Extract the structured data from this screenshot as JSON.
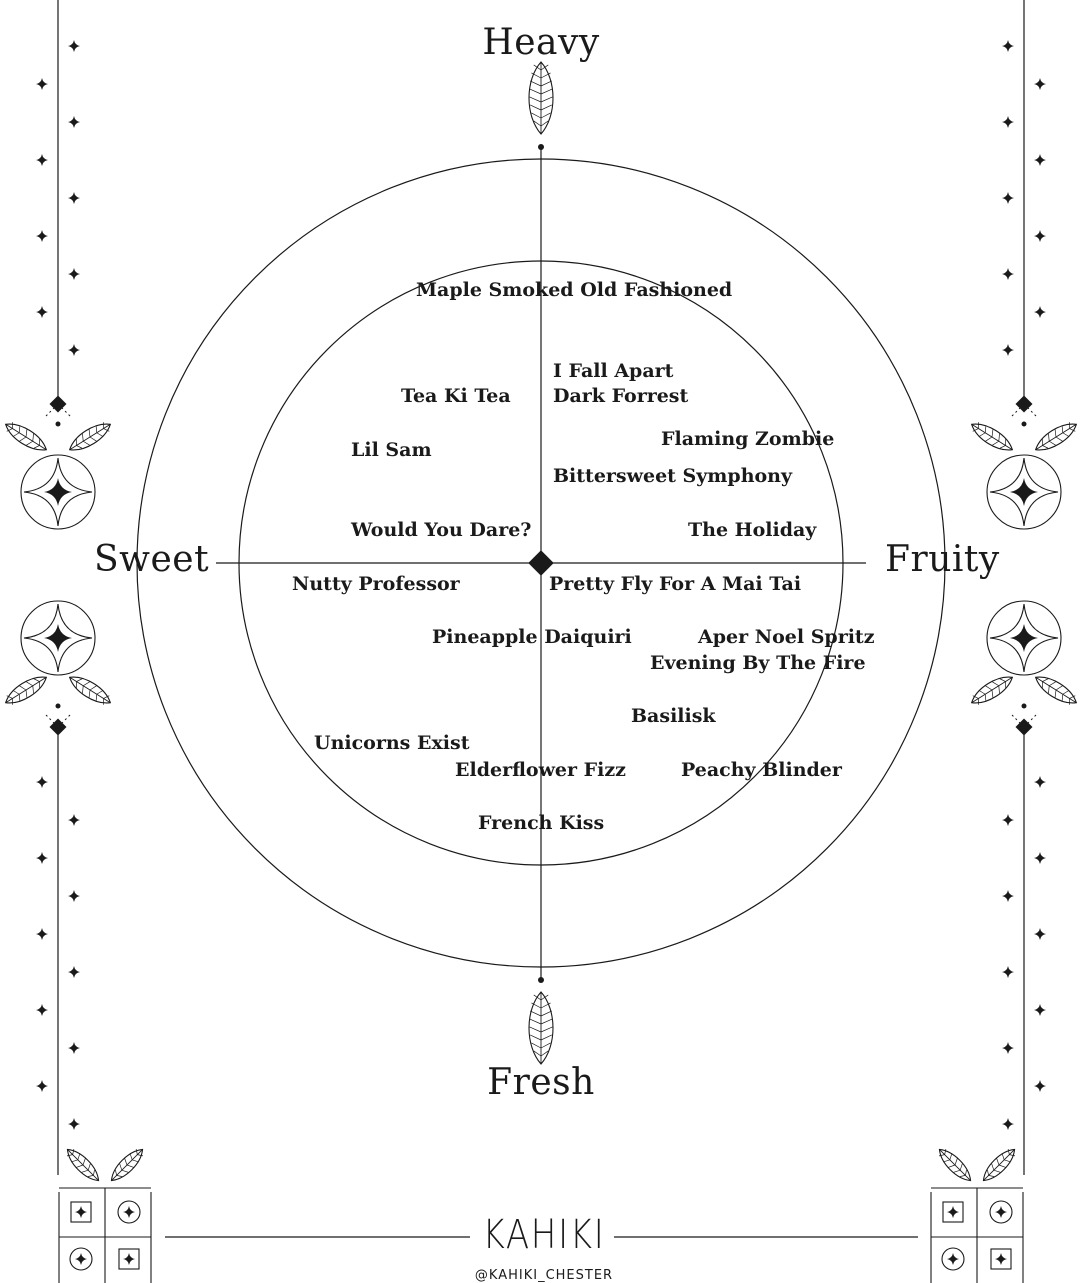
{
  "axes": {
    "top": "Heavy",
    "bottom": "Fresh",
    "left": "Sweet",
    "right": "Fruity"
  },
  "drinks": [
    "Maple Smoked Old Fashioned",
    "I Fall Apart",
    "Dark Forrest",
    "Tea Ki Tea",
    "Flaming Zombie",
    "Lil Sam",
    "Bittersweet Symphony",
    "Would You Dare?",
    "The Holiday",
    "Nutty Professor",
    "Pretty Fly For A Mai Tai",
    "Pineapple Daiquiri",
    "Aper Noel Spritz",
    "Evening By The Fire",
    "Basilisk",
    "Unicorns Exist",
    "Elderflower Fizz",
    "Peachy Blinder",
    "French Kiss"
  ],
  "footer": {
    "brand": "KAHIKI",
    "handle": "@KAHIKI_CHESTER"
  },
  "colors": {
    "ink": "#1a1a1a",
    "background": "#ffffff"
  }
}
